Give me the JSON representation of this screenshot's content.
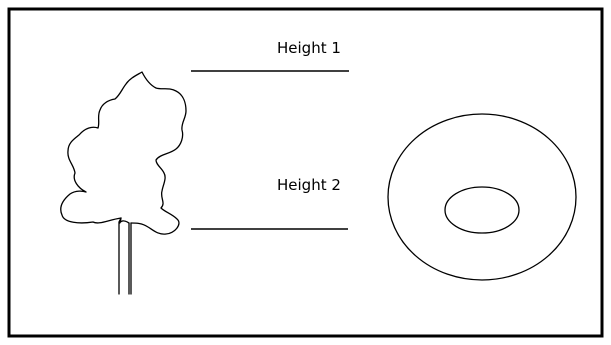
{
  "diagram": {
    "labels": {
      "height_1": "Height 1",
      "height_2": "Height 2"
    },
    "elements": [
      {
        "name": "tree-icon",
        "kind": "tree"
      },
      {
        "name": "contour-map-icon",
        "kind": "contour-ellipses"
      },
      {
        "name": "height-1-line",
        "kind": "horizontal-line"
      },
      {
        "name": "height-2-line",
        "kind": "horizontal-line"
      }
    ],
    "colors": {
      "stroke": "#000000",
      "background": "#ffffff"
    }
  }
}
